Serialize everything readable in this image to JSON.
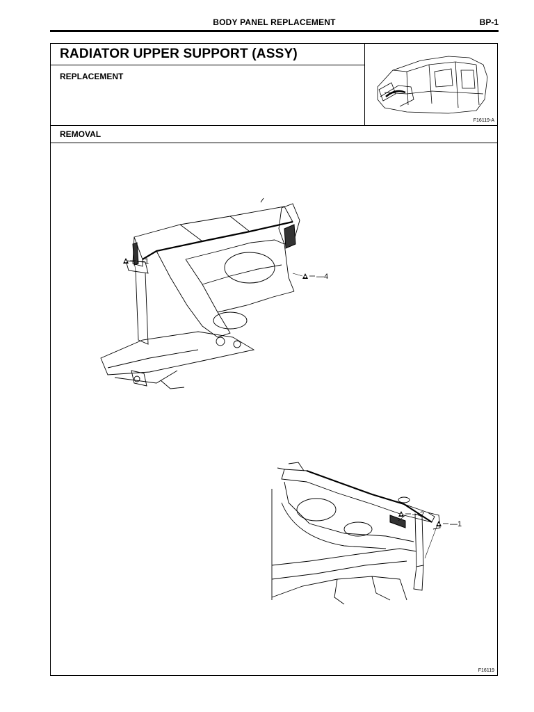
{
  "header": {
    "title": "BODY PANEL REPLACEMENT",
    "page": "BP-1"
  },
  "section": {
    "title": "RADIATOR UPPER SUPPORT (ASSY)",
    "subtitle": "REPLACEMENT",
    "thumbnail_code": "F16119-A",
    "removal_heading": "REMOVAL"
  },
  "figure": {
    "code": "F16119",
    "callouts": [
      {
        "id": "top-left",
        "text": "1"
      },
      {
        "id": "top-right",
        "text": "4"
      },
      {
        "id": "bottom-mid",
        "text": "2"
      },
      {
        "id": "bottom-right",
        "text": "1"
      }
    ]
  }
}
